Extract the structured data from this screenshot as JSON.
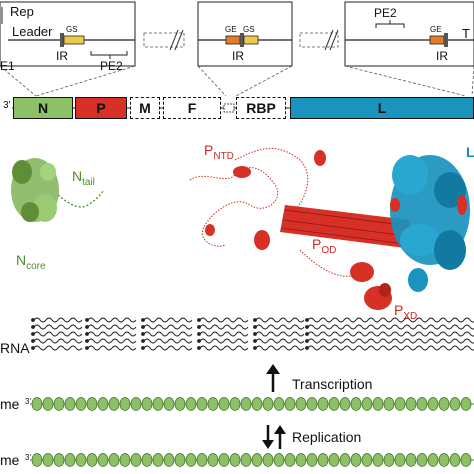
{
  "colors": {
    "n_green": "#8cc265",
    "p_red": "#d63027",
    "l_blue": "#1a93bf",
    "ge_orange": "#e57c2c",
    "gs_yellow": "#f0c84b"
  },
  "top_panels": {
    "left": {
      "rep_label": "Rep",
      "leader_label": "Leader",
      "gs_label": "GS",
      "ir_label": "IR",
      "pe2_label": "PE2",
      "pe1_label": "E1"
    },
    "middle": {
      "ge_label": "GE",
      "gs_label": "GS",
      "ir_label": "IR"
    },
    "right": {
      "pe2_label": "PE2",
      "ge_label": "GE",
      "ir_label": "IR",
      "trailer_label": "T"
    }
  },
  "genome_bar": {
    "end_label": "3'",
    "genes": [
      {
        "label": "N",
        "fill": "#8cc265"
      },
      {
        "label": "P",
        "fill": "#d63027"
      },
      {
        "label": "M",
        "fill": "#ffffff"
      },
      {
        "label": "F",
        "fill": "#ffffff"
      },
      {
        "label": "RBP",
        "fill": "#ffffff"
      },
      {
        "label": "L",
        "fill": "#1a93bf"
      }
    ]
  },
  "structures": {
    "n_tail": "N",
    "n_tail_sub": "tail",
    "n_core": "N",
    "n_core_sub": "core",
    "p_ntd": "P",
    "p_ntd_sub": "NTD",
    "p_od": "P",
    "p_od_sub": "OD",
    "p_xd": "P",
    "p_xd_sub": "XD",
    "l_label": "L"
  },
  "processes": {
    "mrna_label": "RNA",
    "genome_label": "me",
    "genome_end": "3'",
    "antigenome_label": "me",
    "antigenome_end": "3'",
    "transcription_label": "Transcription",
    "replication_label": "Replication"
  }
}
